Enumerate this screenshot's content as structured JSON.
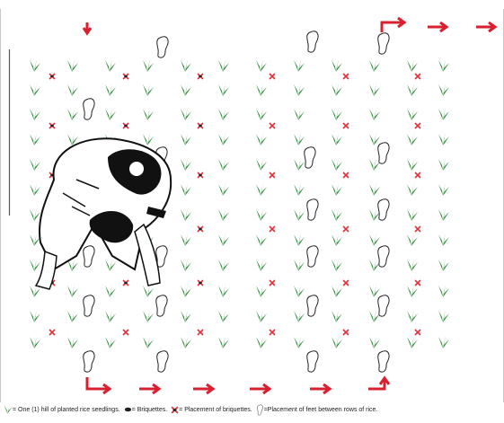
{
  "legend": {
    "seedling_text": "= One (1) hill of planted rice seedlings.",
    "briquette_text": "= Briquettes.",
    "placement_text": "= Placement of briquettes.",
    "feet_text": "=Placement of feet between rows of rice."
  },
  "icons": {
    "seedling": "rice-seedling-icon",
    "briquette": "briquette-icon",
    "placement": "briquette-placement-mark",
    "foot": "footprint-icon",
    "arrow": "direction-arrow",
    "worker": "farmer-figure"
  },
  "colors": {
    "seedling": "#2e8b3a",
    "mark": "#e0303a",
    "arrow": "#d92030",
    "outline": "#222222",
    "frame": "#c8c8c8"
  }
}
